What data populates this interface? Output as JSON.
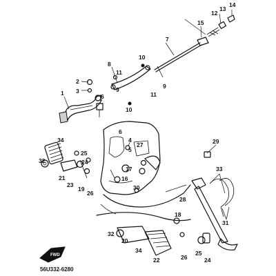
{
  "diagram": {
    "callouts": [
      "1",
      "2",
      "3",
      "4",
      "5",
      "6",
      "7",
      "8",
      "9",
      "10",
      "11",
      "12",
      "13",
      "14",
      "15",
      "16",
      "17",
      "18",
      "19",
      "20",
      "21",
      "22",
      "23",
      "24",
      "25",
      "26",
      "27",
      "28",
      "29",
      "30",
      "31",
      "32",
      "33",
      "34"
    ],
    "drawing_code": "56U332-6280",
    "front_arrow_label": "FWD"
  }
}
